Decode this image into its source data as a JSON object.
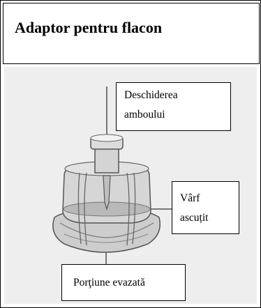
{
  "title": "Adaptor pentru flacon",
  "labels": {
    "top": [
      "Deschiderea",
      "amboului"
    ],
    "tip": [
      "Vârf",
      "ascuțit"
    ],
    "flare": "Porţiune evazată"
  },
  "colors": {
    "panel_bg": "#eeeeee",
    "adapter_fill": "#cfcfcf",
    "outline": "#555555"
  },
  "icon": "vial-adapter-illustration"
}
